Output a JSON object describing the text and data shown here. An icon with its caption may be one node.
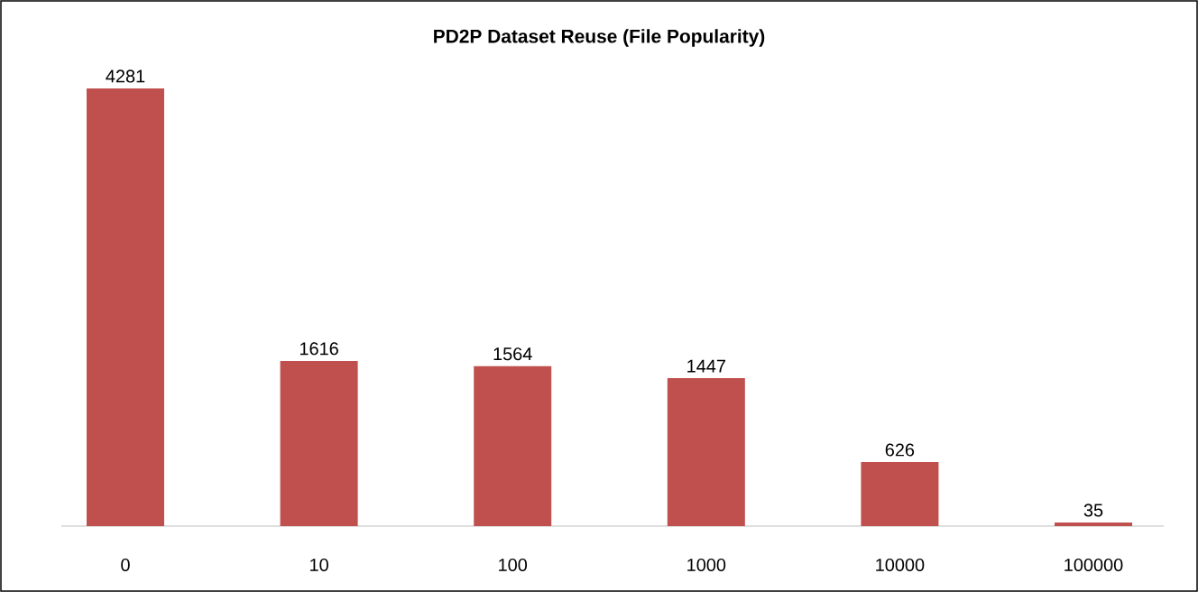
{
  "diagram": {
    "chart_data": {
      "type": "bar",
      "title": "PD2P Dataset Reuse (File Popularity)",
      "categories": [
        "0",
        "10",
        "100",
        "1000",
        "10000",
        "100000"
      ],
      "series": [
        {
          "color": "#c0504d",
          "values": [
            4281,
            1616,
            1564,
            1447,
            626,
            35
          ]
        }
      ],
      "data_labels": true
    }
  }
}
